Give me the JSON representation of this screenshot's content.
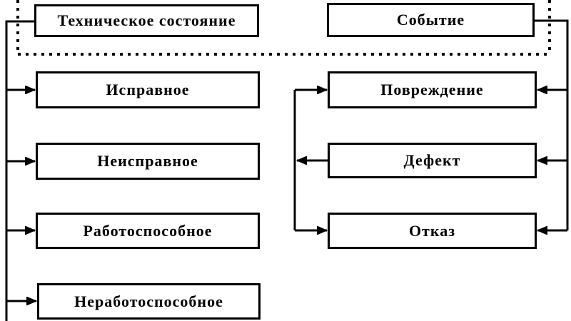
{
  "diagram": {
    "colors": {
      "background": "#ffffff",
      "line": "#000000",
      "box_border": "#000000",
      "text": "#000000"
    },
    "top_row": [
      {
        "id": "technical_state",
        "label": "Техническое состояние"
      },
      {
        "id": "event",
        "label": "Событие"
      }
    ],
    "technical_states": [
      {
        "label": "Исправное"
      },
      {
        "label": "Неисправное"
      },
      {
        "label": "Работоспособное"
      },
      {
        "label": "Неработоспособное"
      }
    ],
    "events": [
      {
        "label": "Повреждение"
      },
      {
        "label": "Дефект"
      },
      {
        "label": "Отказ"
      }
    ],
    "connections": [
      {
        "from": "Техническое состояние",
        "to": "Исправное"
      },
      {
        "from": "Техническое состояние",
        "to": "Неисправное"
      },
      {
        "from": "Техническое состояние",
        "to": "Работоспособное"
      },
      {
        "from": "Техническое состояние",
        "to": "Неработоспособное"
      },
      {
        "from": "Событие",
        "to": "Повреждение"
      },
      {
        "from": "Событие",
        "to": "Дефект"
      },
      {
        "from": "Событие",
        "to": "Отказ"
      },
      {
        "from": "Дефект",
        "to": "Повреждение"
      },
      {
        "from": "Дефект",
        "to": "Отказ"
      }
    ],
    "dotted_boundary": "encloses top row boxes"
  }
}
